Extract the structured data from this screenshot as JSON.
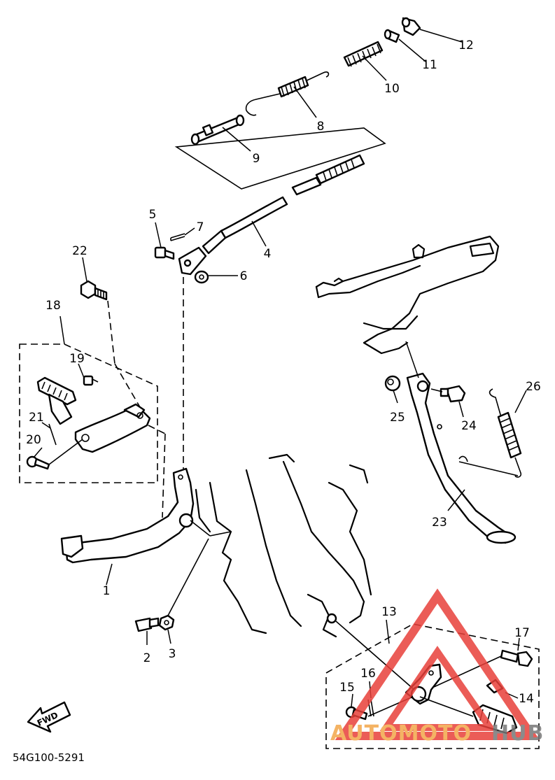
{
  "diagram": {
    "callouts": [
      {
        "id": "c1",
        "label": "1"
      },
      {
        "id": "c2",
        "label": "2"
      },
      {
        "id": "c3",
        "label": "3"
      },
      {
        "id": "c4",
        "label": "4"
      },
      {
        "id": "c5",
        "label": "5"
      },
      {
        "id": "c6",
        "label": "6"
      },
      {
        "id": "c7",
        "label": "7"
      },
      {
        "id": "c8",
        "label": "8"
      },
      {
        "id": "c9",
        "label": "9"
      },
      {
        "id": "c10",
        "label": "10"
      },
      {
        "id": "c11",
        "label": "11"
      },
      {
        "id": "c12",
        "label": "12"
      },
      {
        "id": "c13",
        "label": "13"
      },
      {
        "id": "c14",
        "label": "14"
      },
      {
        "id": "c15",
        "label": "15"
      },
      {
        "id": "c16",
        "label": "16"
      },
      {
        "id": "c17",
        "label": "17"
      },
      {
        "id": "c18",
        "label": "18"
      },
      {
        "id": "c19",
        "label": "19"
      },
      {
        "id": "c20",
        "label": "20"
      },
      {
        "id": "c21",
        "label": "21"
      },
      {
        "id": "c22",
        "label": "22"
      },
      {
        "id": "c23",
        "label": "23"
      },
      {
        "id": "c24",
        "label": "24"
      },
      {
        "id": "c25",
        "label": "25"
      },
      {
        "id": "c26",
        "label": "26"
      }
    ],
    "direction_arrow": "FWD",
    "drawing_code": "54G100-5291"
  },
  "watermark": {
    "part1": "AUTOMOTO",
    "part2": "HUB",
    "color_red": "#e8403a",
    "color_orange": "#f3a64a",
    "color_gray": "#777777"
  }
}
